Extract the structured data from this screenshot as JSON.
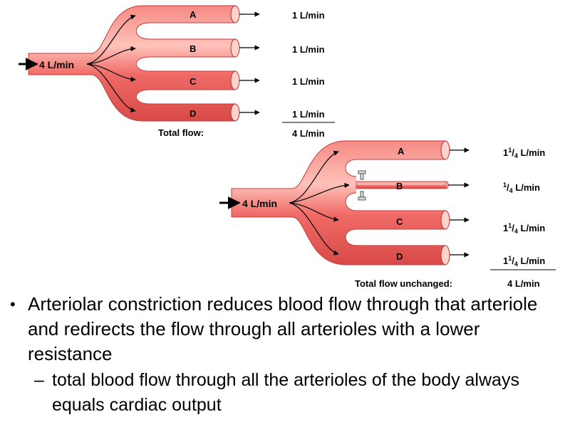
{
  "diagram_top": {
    "input_label": "4 L/min",
    "branches": [
      {
        "letter": "A",
        "flow": "1 L/min"
      },
      {
        "letter": "B",
        "flow": "1 L/min"
      },
      {
        "letter": "C",
        "flow": "1 L/min"
      },
      {
        "letter": "D",
        "flow": "1 L/min"
      }
    ],
    "total_label": "Total flow:",
    "total_value": "4 L/min"
  },
  "diagram_bottom": {
    "input_label": "4 L/min",
    "branches": [
      {
        "letter": "A",
        "flow_whole": "1",
        "flow_num": "1",
        "flow_den": "4",
        "flow_unit": "L/min"
      },
      {
        "letter": "B",
        "flow_whole": "",
        "flow_num": "1",
        "flow_den": "4",
        "flow_unit": "L/min",
        "constricted": true
      },
      {
        "letter": "C",
        "flow_whole": "1",
        "flow_num": "1",
        "flow_den": "4",
        "flow_unit": "L/min"
      },
      {
        "letter": "D",
        "flow_whole": "1",
        "flow_num": "1",
        "flow_den": "4",
        "flow_unit": "L/min"
      }
    ],
    "total_label": "Total flow unchanged:",
    "total_value": "4 L/min"
  },
  "bullets": {
    "main_text": "Arteriolar constriction reduces blood flow through that arteriole and redirects the flow through all arterioles with a lower resistance",
    "sub_text": "total blood flow through all the arterioles of the body always equals cardiac output",
    "main_marker": "•",
    "sub_marker": "–"
  },
  "colors": {
    "vessel": "#ee5a5a",
    "vessel_highlight": "#ffb0a8",
    "vessel_edge": "#c73a3a",
    "text": "#000000"
  }
}
